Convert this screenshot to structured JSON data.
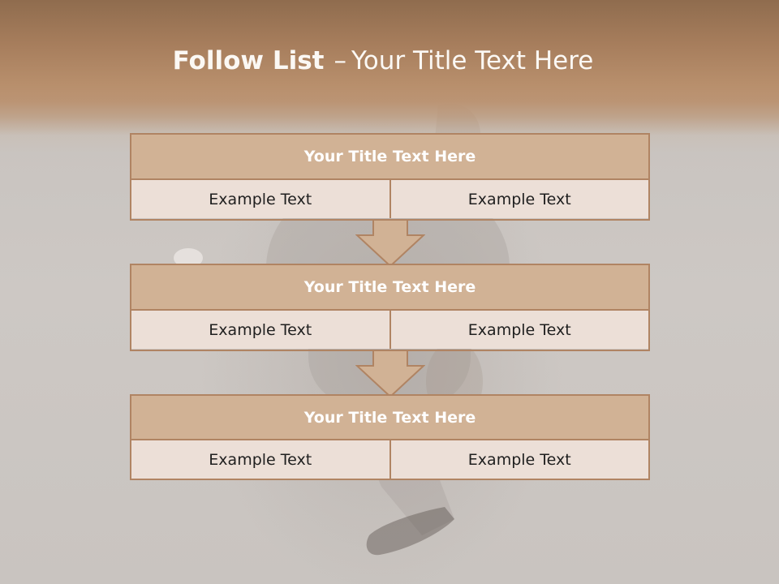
{
  "slide": {
    "title_bold": "Follow List",
    "title_dash": "–",
    "title_rest": "Your Title Text Here"
  },
  "blocks": [
    {
      "title": "Your Title Text Here",
      "items": [
        "Example Text",
        "Example Text"
      ]
    },
    {
      "title": "Your Title Text Here",
      "items": [
        "Example Text",
        "Example Text"
      ]
    },
    {
      "title": "Your Title Text Here",
      "items": [
        "Example Text",
        "Example Text"
      ]
    }
  ],
  "colors": {
    "header": "#b88f6c",
    "block_title": "#d1b295",
    "block_body": "#ecdfd7",
    "border": "#b08463",
    "arrow": "#d1b295"
  }
}
